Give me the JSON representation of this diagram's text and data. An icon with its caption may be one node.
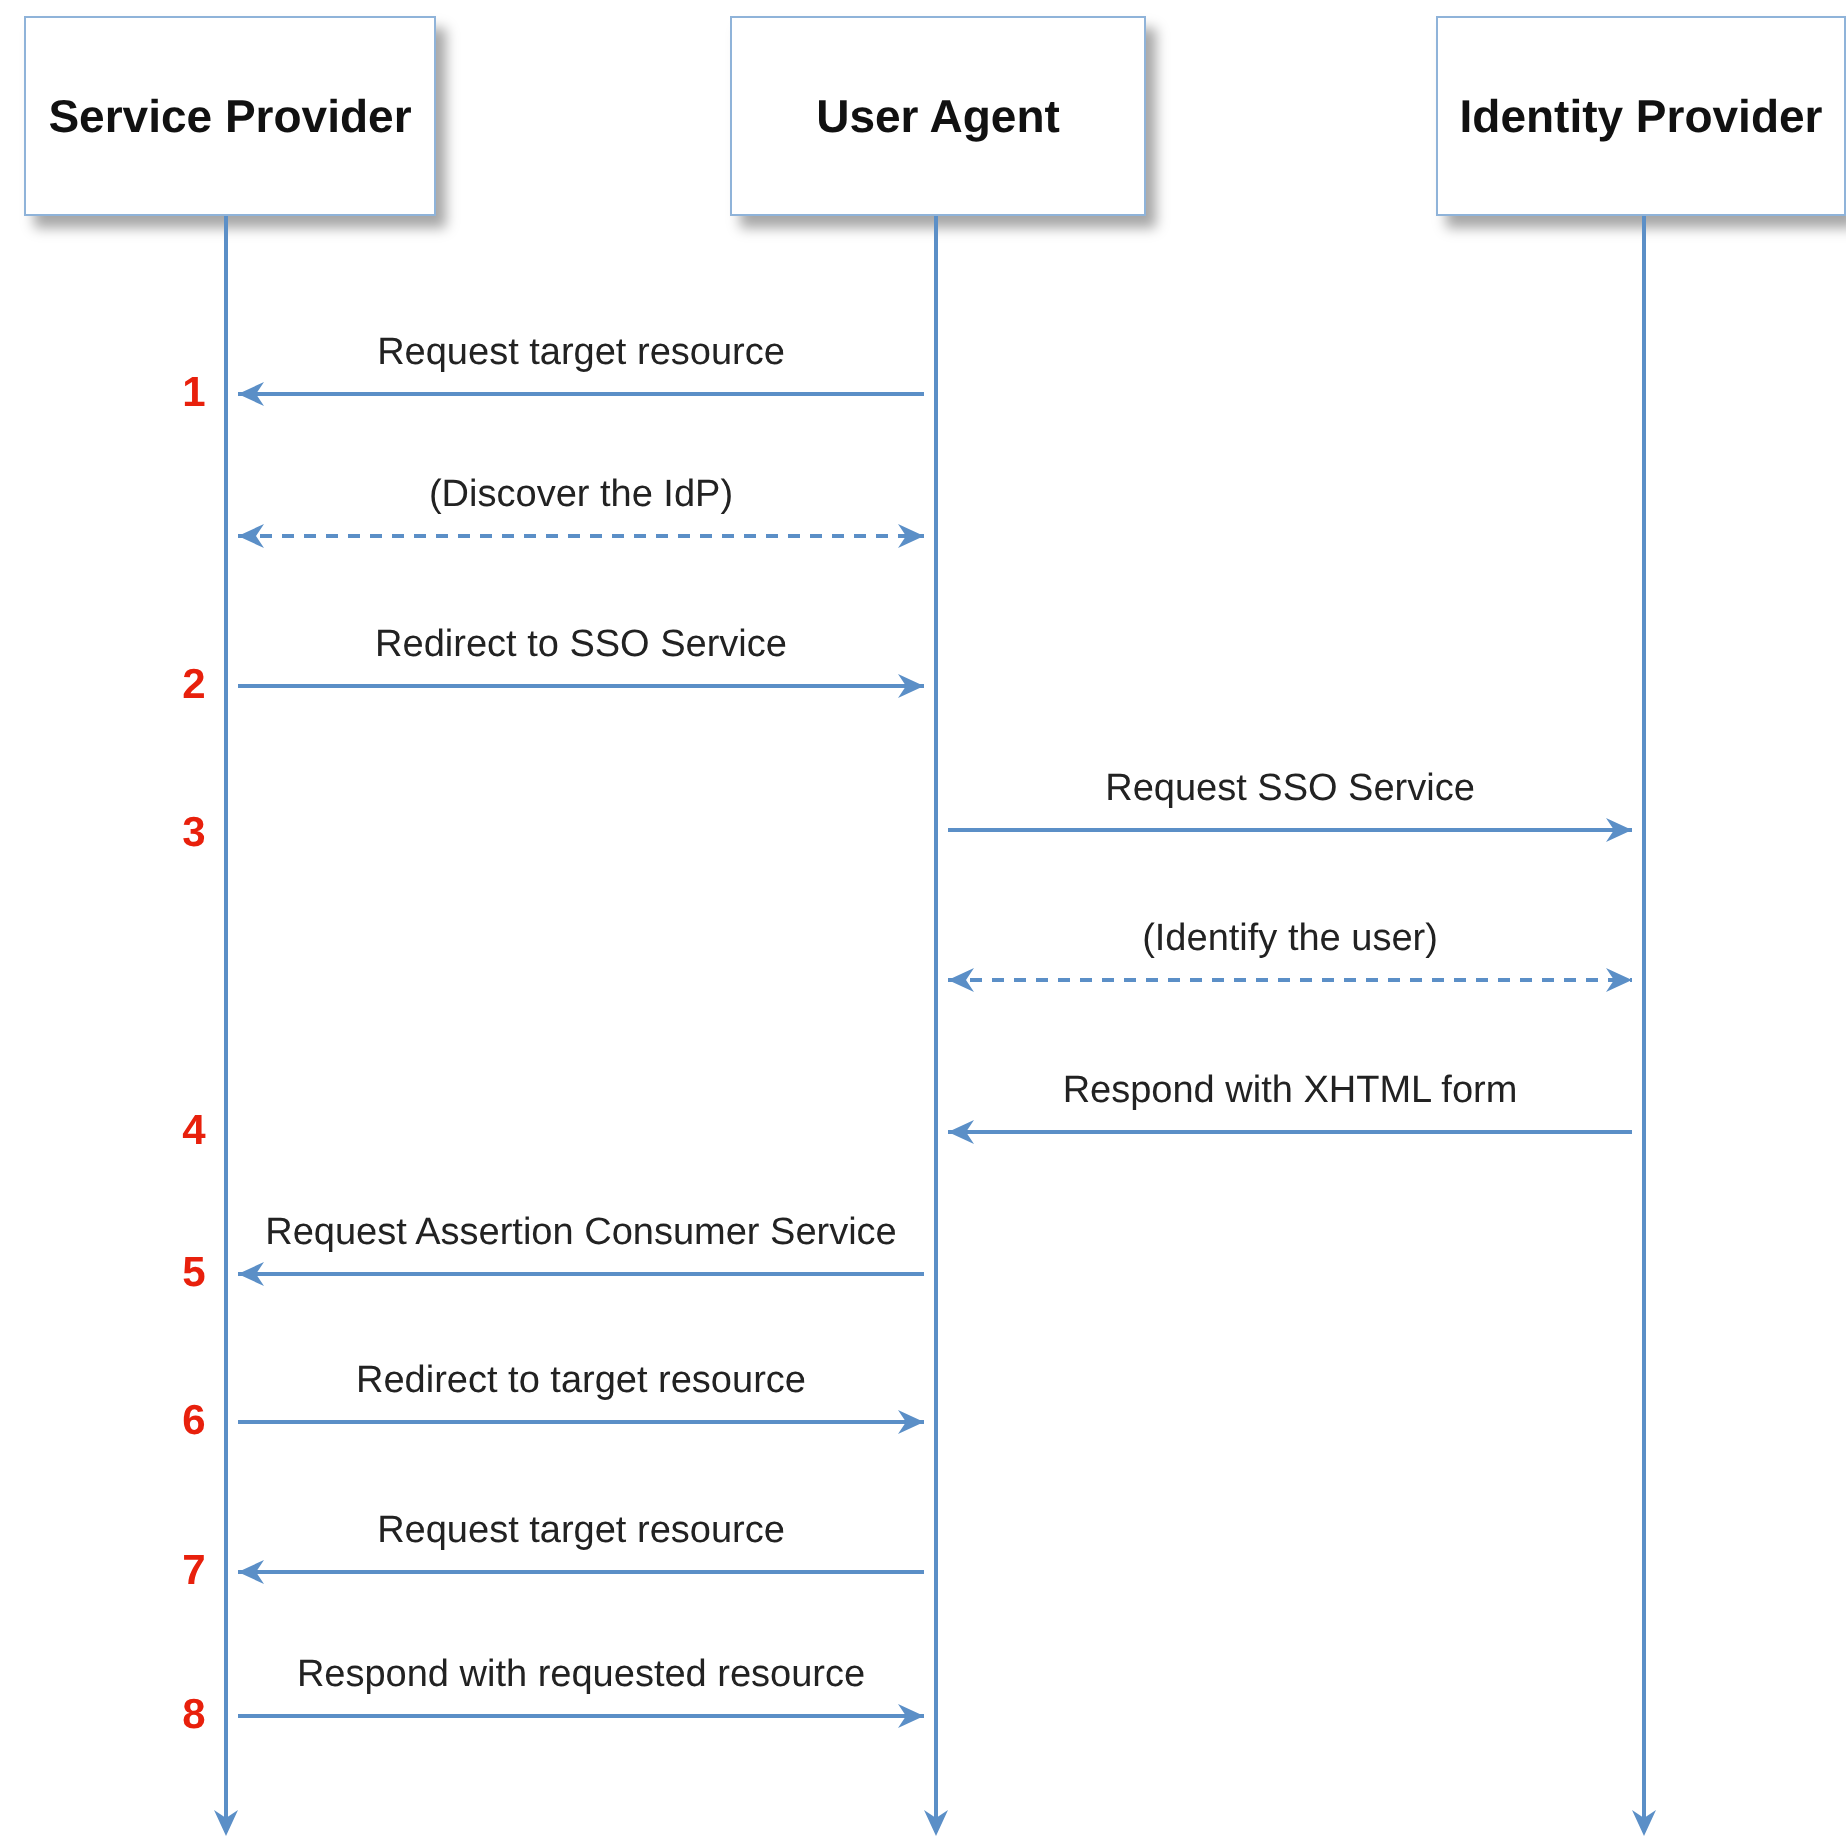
{
  "diagram": {
    "nodes": [
      {
        "text": [
          "Service Provider"
        ]
      },
      {
        "text": [
          "User Agent"
        ]
      },
      {
        "text": [
          "Identity Provider"
        ]
      },
      {
        "text": [],
        "shape": "bar"
      },
      {
        "text": [],
        "shape": "bar"
      },
      {
        "text": [],
        "shape": "bar"
      }
    ],
    "edges": [
      {
        "from": 4,
        "to": 3,
        "arrow": "to",
        "label": "Request target resource"
      },
      {
        "from": 3,
        "to": 4,
        "arrow": "both",
        "style": "dashed",
        "label": "(Discover the IdP)"
      },
      {
        "from": 3,
        "to": 4,
        "arrow": "to",
        "label": "Redirect to SSO Service"
      },
      {
        "from": 4,
        "to": 5,
        "arrow": "to",
        "label": "Request SSO Service"
      },
      {
        "from": 4,
        "to": 5,
        "arrow": "both",
        "style": "dashed",
        "label": "(Identify the user)"
      },
      {
        "from": 5,
        "to": 4,
        "arrow": "to",
        "label": "Respond with XHTML form"
      },
      {
        "from": 4,
        "to": 3,
        "arrow": "to",
        "label": "Request Assertion Consumer Service"
      },
      {
        "from": 3,
        "to": 4,
        "arrow": "to",
        "label": "Redirect to target resource"
      },
      {
        "from": 4,
        "to": 3,
        "arrow": "to",
        "label": "Request target resource"
      },
      {
        "from": 3,
        "to": 4,
        "arrow": "to",
        "label": "Respond with requested resource"
      }
    ],
    "labels": [
      "1",
      "2",
      "3",
      "4",
      "5",
      "6",
      "7",
      "8"
    ]
  }
}
